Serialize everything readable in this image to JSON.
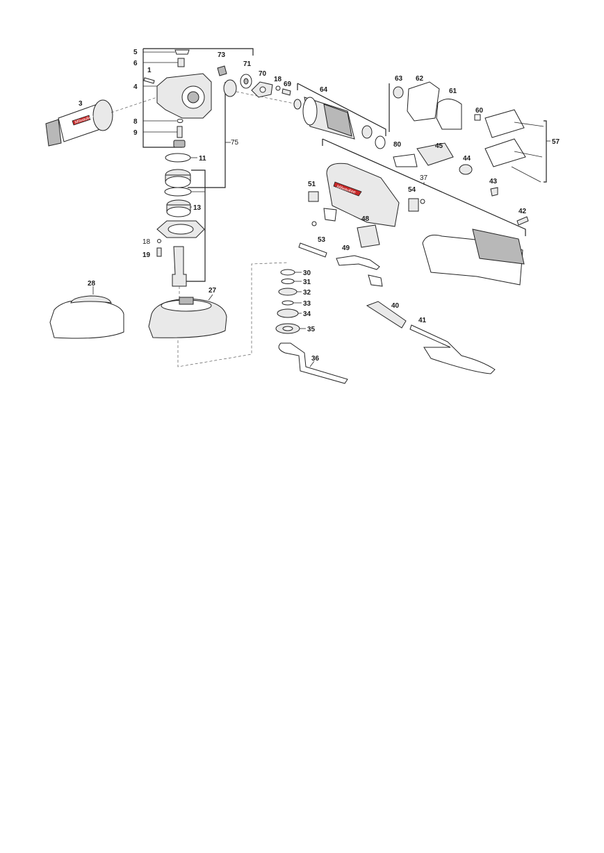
{
  "labels": {
    "p1": "1",
    "p3": "3",
    "p4": "4",
    "p5": "5",
    "p6": "6",
    "p8": "8",
    "p9": "9",
    "p11": "11",
    "p13": "13",
    "p18a": "18",
    "p18b": "18",
    "p19": "19",
    "p27": "27",
    "p28": "28",
    "p30": "30",
    "p31": "31",
    "p32": "32",
    "p33": "33",
    "p34": "34",
    "p35": "35",
    "p36": "36",
    "p37": "37",
    "p40": "40",
    "p41": "41",
    "p42": "42",
    "p43": "43",
    "p44": "44",
    "p45": "45",
    "p48": "48",
    "p49": "49",
    "p51": "51",
    "p53": "53",
    "p54": "54",
    "p57": "57",
    "p60": "60",
    "p61": "61",
    "p62": "62",
    "p63": "63",
    "p64": "64",
    "p69": "69",
    "p70": "70",
    "p71": "71",
    "p73": "73",
    "p75": "75",
    "p80": "80"
  },
  "brand": {
    "housing_logo": "Milwaukee",
    "handle_logo": "Milwaukee"
  },
  "colors": {
    "brand_red": "#c62828",
    "line": "#222222",
    "background": "#ffffff"
  }
}
